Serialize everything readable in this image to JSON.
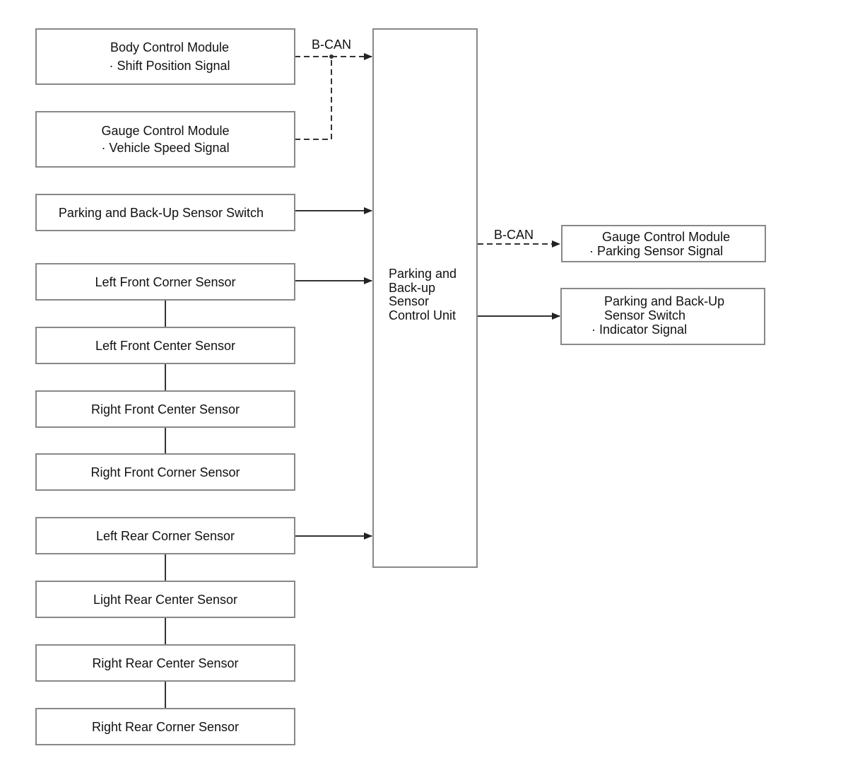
{
  "bus_label_top": "B-CAN",
  "bus_label_right": "B-CAN",
  "inputs": {
    "bcm": {
      "title": "Body Control Module",
      "signal": "· Shift Position Signal"
    },
    "gcm": {
      "title": "Gauge Control Module",
      "signal": "· Vehicle Speed Signal"
    },
    "switch": {
      "title": "Parking and Back-Up Sensor Switch"
    }
  },
  "front_sensors": [
    "Left Front Corner Sensor",
    "Left Front Center Sensor",
    "Right Front Center Sensor",
    "Right Front Corner Sensor"
  ],
  "rear_sensors": [
    "Left Rear Corner Sensor",
    "Light Rear Center Sensor",
    "Right Rear Center Sensor",
    "Right Rear Corner Sensor"
  ],
  "control_unit": {
    "lines": [
      "Parking and",
      "Back-up",
      "Sensor",
      "Control Unit"
    ]
  },
  "outputs": {
    "gauge": {
      "title": "Gauge Control Module",
      "signal": "· Parking Sensor Signal"
    },
    "indicator": {
      "line1": "Parking and Back-Up",
      "line2": "Sensor Switch",
      "signal": "· Indicator Signal"
    }
  }
}
